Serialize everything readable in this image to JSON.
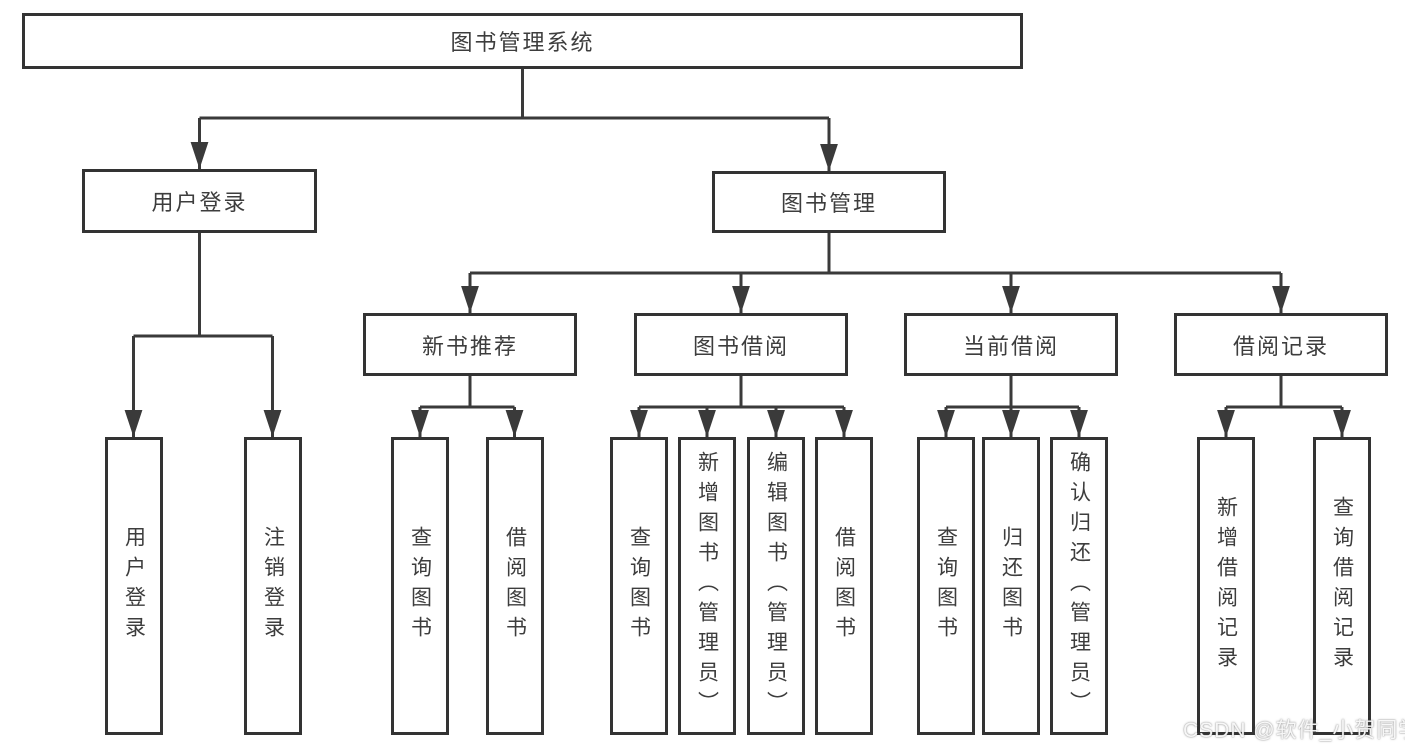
{
  "diagram": {
    "root": {
      "label": "图书管理系统"
    },
    "branches": [
      {
        "label": "用户登录",
        "children": [
          {
            "label": "用户登录"
          },
          {
            "label": "注销登录"
          }
        ]
      },
      {
        "label": "图书管理",
        "children": [
          {
            "label": "新书推荐",
            "children": [
              {
                "label": "查询图书"
              },
              {
                "label": "借阅图书"
              }
            ]
          },
          {
            "label": "图书借阅",
            "children": [
              {
                "label": "查询图书"
              },
              {
                "label": "新增图书（管理员）"
              },
              {
                "label": "编辑图书（管理员）"
              },
              {
                "label": "借阅图书"
              }
            ]
          },
          {
            "label": "当前借阅",
            "children": [
              {
                "label": "查询图书"
              },
              {
                "label": "归还图书"
              },
              {
                "label": "确认归还（管理员）"
              }
            ]
          },
          {
            "label": "借阅记录",
            "children": [
              {
                "label": "新增借阅记录"
              },
              {
                "label": "查询借阅记录"
              }
            ]
          }
        ]
      }
    ]
  },
  "watermark": {
    "text": "CSDN @软件_小贺同学"
  },
  "colors": {
    "line": "#3a3a3a",
    "border": "#333333",
    "text": "#3d3d3d",
    "background": "#ffffff"
  }
}
